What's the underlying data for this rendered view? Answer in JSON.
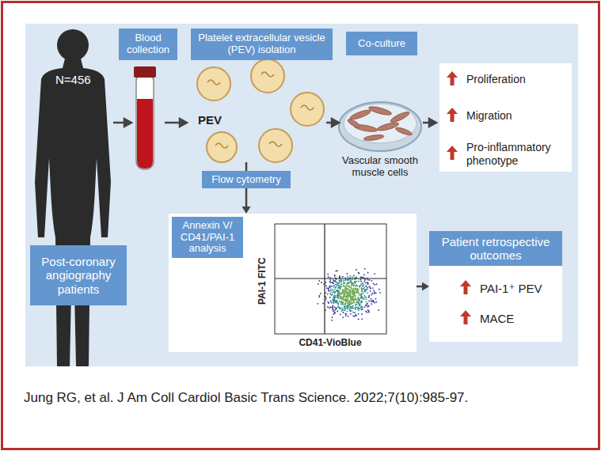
{
  "diagram": {
    "nodes": [
      {
        "text": [
          "Blood collection"
        ]
      },
      {
        "text": [
          "Platelet extracellular vesicle (PEV) isolation"
        ]
      },
      {
        "text": [
          "Co-culture"
        ]
      },
      {
        "text": [
          "Proliferation",
          "Migration",
          "Pro-inflammatory phenotype"
        ]
      },
      {
        "text": [
          "Flow cytometry"
        ]
      },
      {
        "text": [
          "PAI-1 FITC",
          "CD41-VioBlue"
        ]
      },
      {
        "text": [
          "Annexin V/ CD41/PAI-1 analysis"
        ],
        "in": 5
      },
      {
        "text": [
          "PAI-1⁺ PEV",
          "MACE"
        ]
      },
      {
        "text": [
          "Patient retrospective outcomes"
        ],
        "in": 7
      },
      {
        "text": [
          "Post-coronary angiography patients"
        ]
      }
    ],
    "edges": [
      {
        "from": 4,
        "to": 5,
        "arrow": "to"
      },
      {
        "from": 5,
        "to": 7,
        "arrow": "to"
      }
    ],
    "labels": [
      "N=456",
      "PEV",
      "Vascular smooth muscle cells"
    ],
    "caption": "Jung RG, et al. J Am Coll Cardiol Basic Trans Science. 2022;7(10):985-97."
  }
}
